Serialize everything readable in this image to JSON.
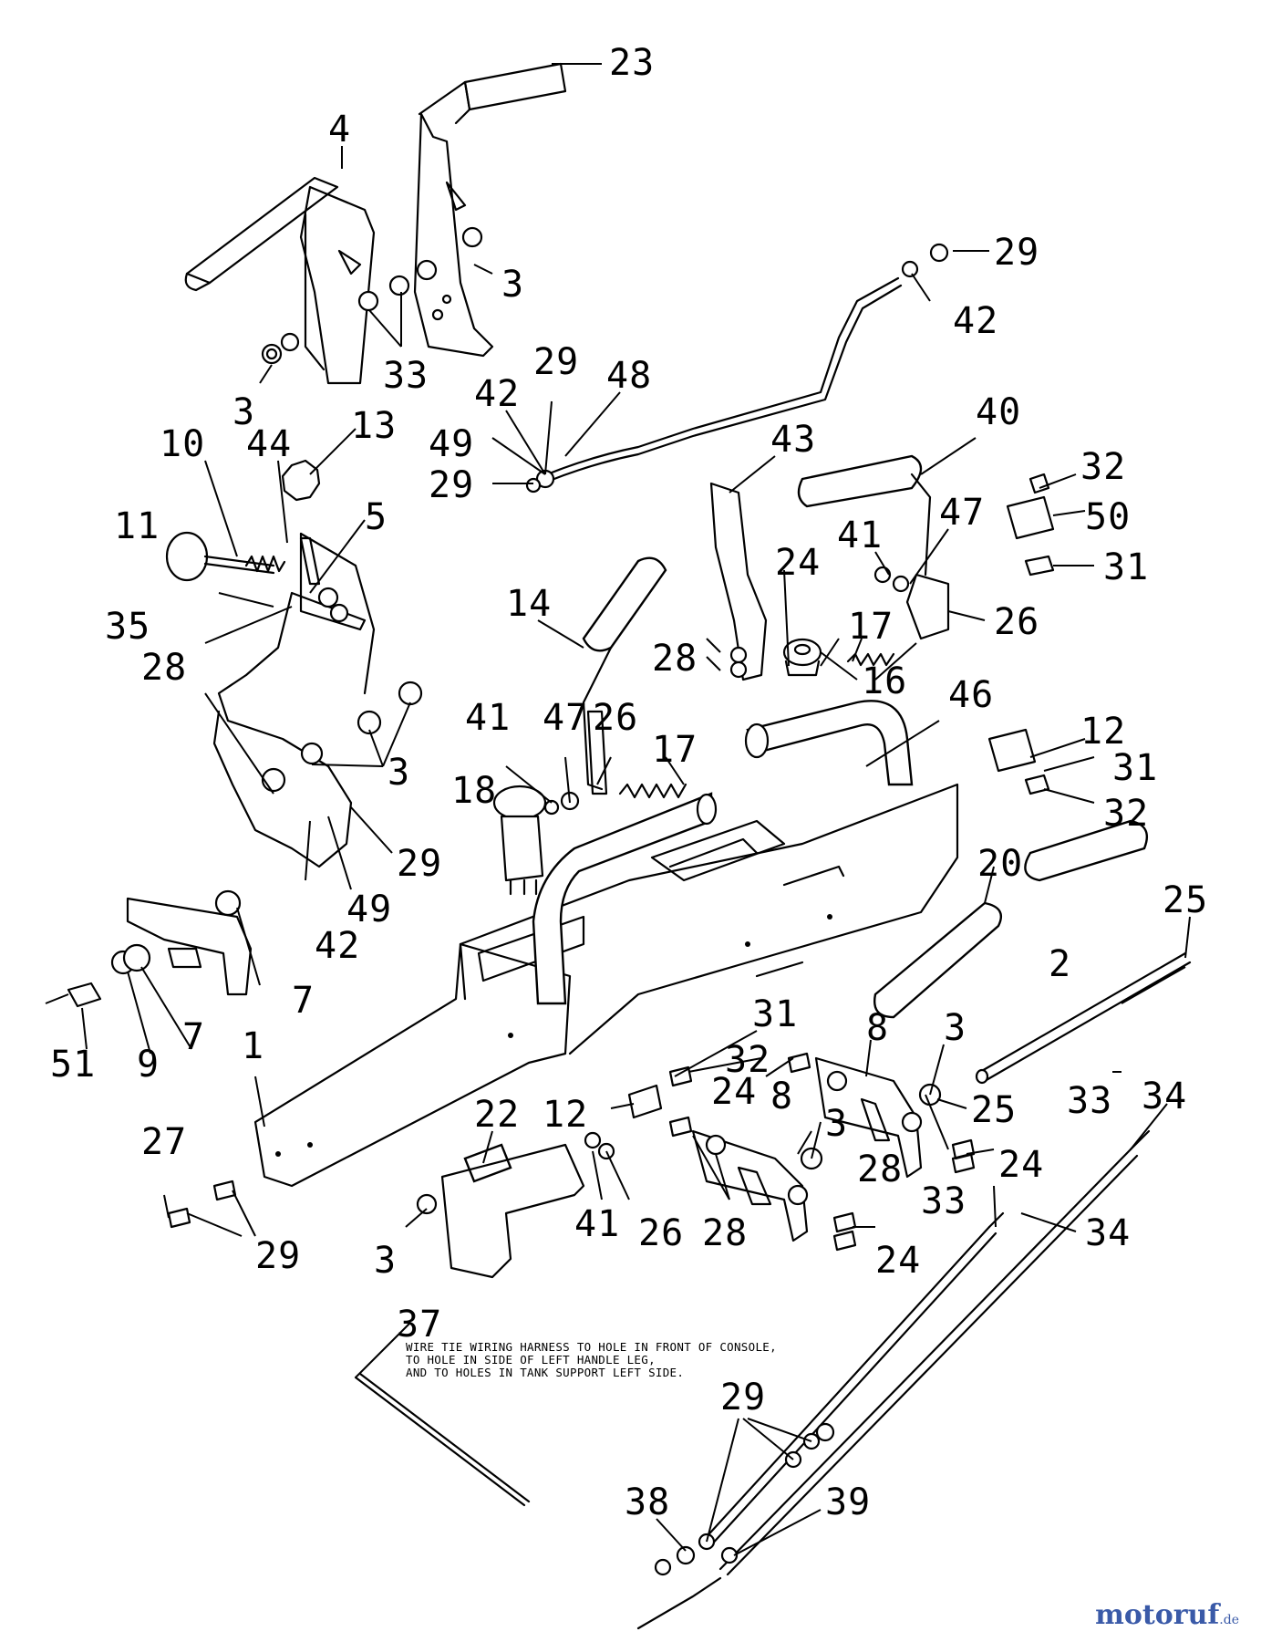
{
  "note": {
    "lines": [
      "WIRE TIE WIRING HARNESS TO HOLE IN FRONT OF CONSOLE,",
      "TO HOLE IN SIDE OF LEFT HANDLE LEG,",
      "AND TO HOLES IN TANK SUPPORT LEFT SIDE."
    ]
  },
  "watermark": {
    "name": "motoruf",
    "tld": ".de",
    "color": "#3a5aa8"
  },
  "callouts": [
    "23",
    "4",
    "3",
    "29",
    "42",
    "3",
    "3",
    "3",
    "29",
    "48",
    "42",
    "49",
    "29",
    "10",
    "44",
    "13",
    "40",
    "43",
    "32",
    "50",
    "31",
    "11",
    "5",
    "41",
    "47",
    "24",
    "26",
    "35",
    "28",
    "14",
    "17",
    "28",
    "16",
    "46",
    "41",
    "47",
    "26",
    "17",
    "12",
    "31",
    "32",
    "3",
    "18",
    "29",
    "49",
    "42",
    "20",
    "25",
    "7",
    "2",
    "51",
    "9",
    "7",
    "1",
    "31",
    "32",
    "3",
    "8",
    "12",
    "24",
    "8",
    "3",
    "25",
    "24",
    "33",
    "34",
    "27",
    "22",
    "28",
    "24",
    "29",
    "3",
    "41",
    "26",
    "28",
    "33",
    "34",
    "37",
    "29",
    "38",
    "39"
  ]
}
